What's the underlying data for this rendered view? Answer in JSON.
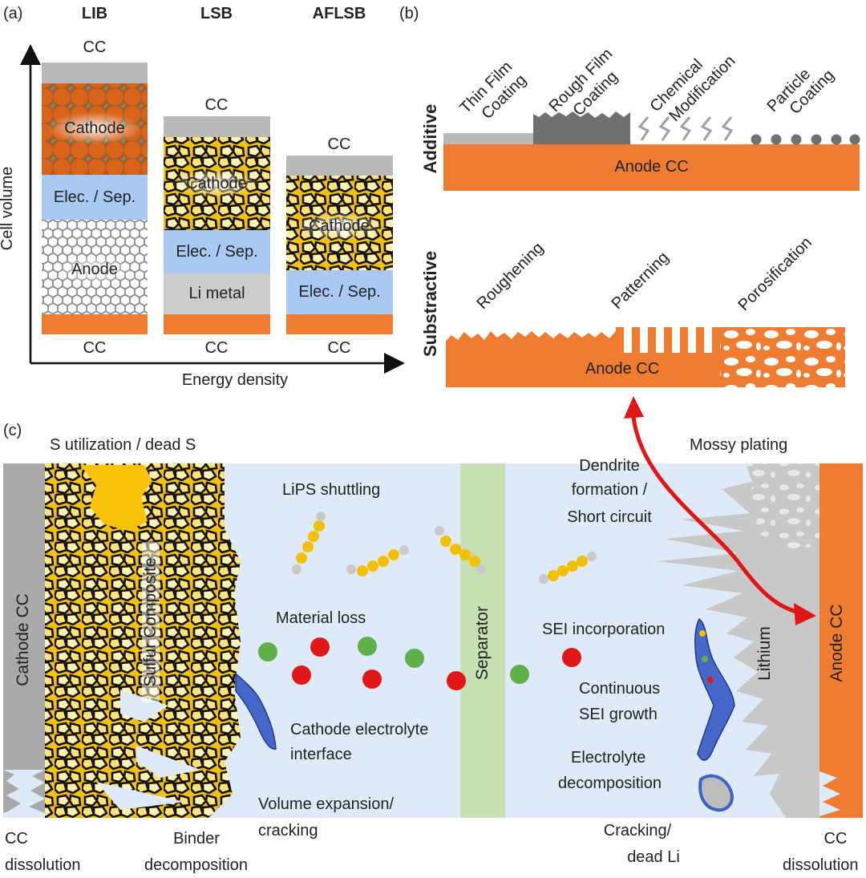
{
  "panel_a": {
    "tag": "(a)",
    "columns": [
      "LIB",
      "LSB",
      "AFLSB"
    ],
    "cc_top": [
      "CC",
      "CC",
      "CC"
    ],
    "cc_bottom": [
      "CC",
      "CC",
      "CC"
    ],
    "lib_layers": [
      "Cathode",
      "Elec. / Sep.",
      "Anode"
    ],
    "lsb_layers": [
      "Cathode",
      "Elec. / Sep.",
      "Li metal"
    ],
    "aflsb_layers": [
      "Cathode",
      "Elec. / Sep."
    ],
    "y_axis": "Cell volume",
    "x_axis": "Energy density"
  },
  "panel_b": {
    "tag": "(b)",
    "additive_title": "Additive",
    "subtractive_title": "Substractive",
    "additive_methods": [
      [
        "Thin Film",
        "Coating"
      ],
      [
        "Rough Film",
        "Coating"
      ],
      [
        "Chemical",
        "Modification"
      ],
      [
        "Particle",
        "Coating"
      ]
    ],
    "subtractive_methods": [
      "Roughening",
      "Patterning",
      "Porosification"
    ],
    "anode_cc": "Anode CC"
  },
  "panel_c": {
    "tag": "(c)",
    "s_utilization": "S utilization / dead S",
    "cathode_cc": "Cathode CC",
    "sulfur_composite": "Sulfur Composite",
    "lips": "LiPS shuttling",
    "material_loss": "Material loss",
    "cei": [
      "Cathode electrolyte",
      "interface"
    ],
    "volume": [
      "Volume expansion/",
      "cracking"
    ],
    "binder": [
      "Binder",
      "decomposition"
    ],
    "cc_dissolution": [
      "CC",
      "dissolution"
    ],
    "separator": "Separator",
    "dendrite": [
      "Dendrite",
      "formation /",
      "Short circuit"
    ],
    "mossy": "Mossy plating",
    "sei_inc": "SEI incorporation",
    "sei_growth": [
      "Continuous",
      "SEI growth"
    ],
    "electrolyte_dec": [
      "Electrolyte",
      "decomposition"
    ],
    "cracking": [
      "Cracking/",
      "dead Li"
    ],
    "lithium": "Lithium",
    "anode_cc": "Anode CC"
  },
  "colors": {
    "cc_gray": "#b9b9b9",
    "copper": "#ee7d31",
    "electrolyte": "#a9c8f2",
    "light_blue": "#deeaf7",
    "sulfur": "#f5c518",
    "separator": "#c6e0b4",
    "arrow_red": "#e01515",
    "sei_blue": "#3a64c8"
  }
}
